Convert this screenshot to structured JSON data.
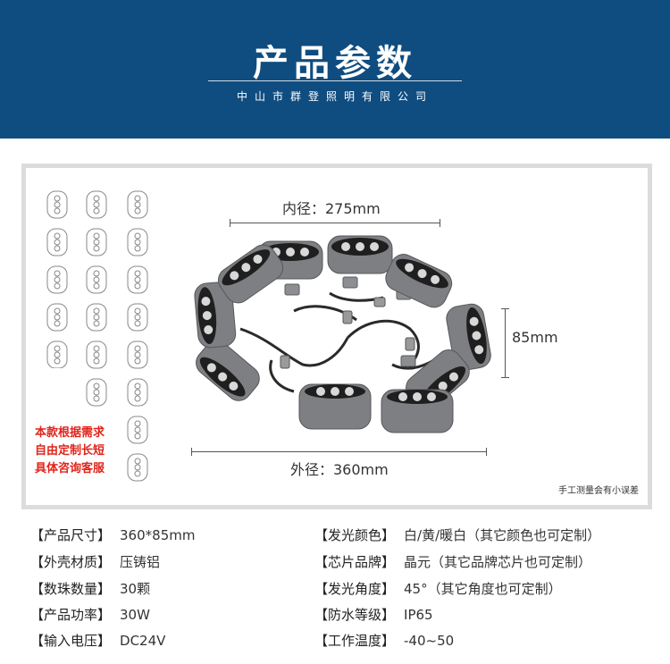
{
  "header": {
    "title": "产品参数",
    "subtitle": "中山市群登照明有限公司"
  },
  "figure": {
    "inner_diameter": "内径：275mm",
    "outer_diameter": "外径：360mm",
    "height": "85mm",
    "measure_note": "手工测量会有小误差",
    "custom_note": [
      "本款根据需求",
      "自由定制长短",
      "具体咨询客服"
    ]
  },
  "specs": {
    "left": [
      {
        "key": "【产品尺寸】",
        "value": "360*85mm"
      },
      {
        "key": "【外壳材质】",
        "value": "压铸铝"
      },
      {
        "key": "【数珠数量】",
        "value": "30颗"
      },
      {
        "key": "【产品功率】",
        "value": "30W"
      },
      {
        "key": "【输入电压】",
        "value": "DC24V"
      }
    ],
    "right": [
      {
        "key": "【发光颜色】",
        "value": "白/黄/暖白（其它颜色也可定制）"
      },
      {
        "key": "【芯片品牌】",
        "value": "晶元（其它品牌芯片也可定制）"
      },
      {
        "key": "【发光角度】",
        "value": "45°（其它角度也可定制）"
      },
      {
        "key": "【防水等级】",
        "value": "IP65"
      },
      {
        "key": "【工作温度】",
        "value": "-40~50"
      }
    ]
  },
  "colors": {
    "header_bg": "#0f4d80",
    "note_red": "#e0241b",
    "housing_gray": "#7d7f82"
  }
}
